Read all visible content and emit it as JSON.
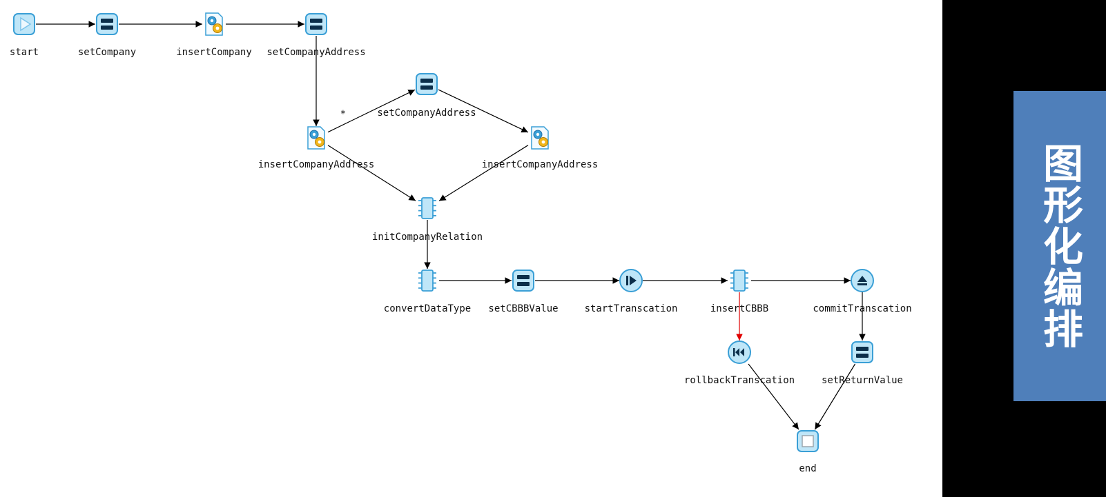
{
  "side_title": "图形化编排",
  "colors": {
    "panel": "#4f7fba",
    "icon_fill": "#bfe6f8",
    "icon_stroke": "#3a9fd6",
    "icon_dark": "#0b2e4a",
    "error_edge": "#e00000"
  },
  "nodes": [
    {
      "id": "start",
      "label": "start",
      "icon": "start-play-icon"
    },
    {
      "id": "setCompany",
      "label": "setCompany",
      "icon": "assign-icon"
    },
    {
      "id": "insertCompany",
      "label": "insertCompany",
      "icon": "service-gear-icon"
    },
    {
      "id": "setCompanyAddress1",
      "label": "setCompanyAddress",
      "icon": "assign-icon"
    },
    {
      "id": "insertCompanyAddress1",
      "label": "insertCompanyAddress",
      "icon": "service-gear-icon"
    },
    {
      "id": "setCompanyAddress2",
      "label": "setCompanyAddress",
      "icon": "assign-icon"
    },
    {
      "id": "insertCompanyAddress2",
      "label": "insertCompanyAddress",
      "icon": "service-gear-icon"
    },
    {
      "id": "initCompanyRelation",
      "label": "initCompanyRelation",
      "icon": "chip-icon"
    },
    {
      "id": "convertDataType",
      "label": "convertDataType",
      "icon": "chip-icon"
    },
    {
      "id": "setCBBBValue",
      "label": "setCBBBValue",
      "icon": "assign-icon"
    },
    {
      "id": "startTranscation",
      "label": "startTranscation",
      "icon": "transaction-start-icon"
    },
    {
      "id": "insertCBBB",
      "label": "insertCBBB",
      "icon": "chip-icon"
    },
    {
      "id": "commitTranscation",
      "label": "commitTranscation",
      "icon": "transaction-commit-icon"
    },
    {
      "id": "rollbackTranscation",
      "label": "rollbackTranscation",
      "icon": "transaction-rollback-icon"
    },
    {
      "id": "setReturnValue",
      "label": "setReturnValue",
      "icon": "assign-icon"
    },
    {
      "id": "end",
      "label": "end",
      "icon": "end-stop-icon"
    }
  ],
  "edges": [
    {
      "from": "start",
      "to": "setCompany"
    },
    {
      "from": "setCompany",
      "to": "insertCompany"
    },
    {
      "from": "insertCompany",
      "to": "setCompanyAddress1"
    },
    {
      "from": "setCompanyAddress1",
      "to": "insertCompanyAddress1"
    },
    {
      "from": "insertCompanyAddress1",
      "to": "setCompanyAddress2",
      "label": "*"
    },
    {
      "from": "setCompanyAddress2",
      "to": "insertCompanyAddress2"
    },
    {
      "from": "insertCompanyAddress1",
      "to": "initCompanyRelation"
    },
    {
      "from": "insertCompanyAddress2",
      "to": "initCompanyRelation"
    },
    {
      "from": "initCompanyRelation",
      "to": "convertDataType"
    },
    {
      "from": "convertDataType",
      "to": "setCBBBValue"
    },
    {
      "from": "setCBBBValue",
      "to": "startTranscation"
    },
    {
      "from": "startTranscation",
      "to": "insertCBBB"
    },
    {
      "from": "insertCBBB",
      "to": "commitTranscation"
    },
    {
      "from": "insertCBBB",
      "to": "rollbackTranscation",
      "kind": "error"
    },
    {
      "from": "commitTranscation",
      "to": "setReturnValue"
    },
    {
      "from": "rollbackTranscation",
      "to": "end"
    },
    {
      "from": "setReturnValue",
      "to": "end"
    }
  ]
}
